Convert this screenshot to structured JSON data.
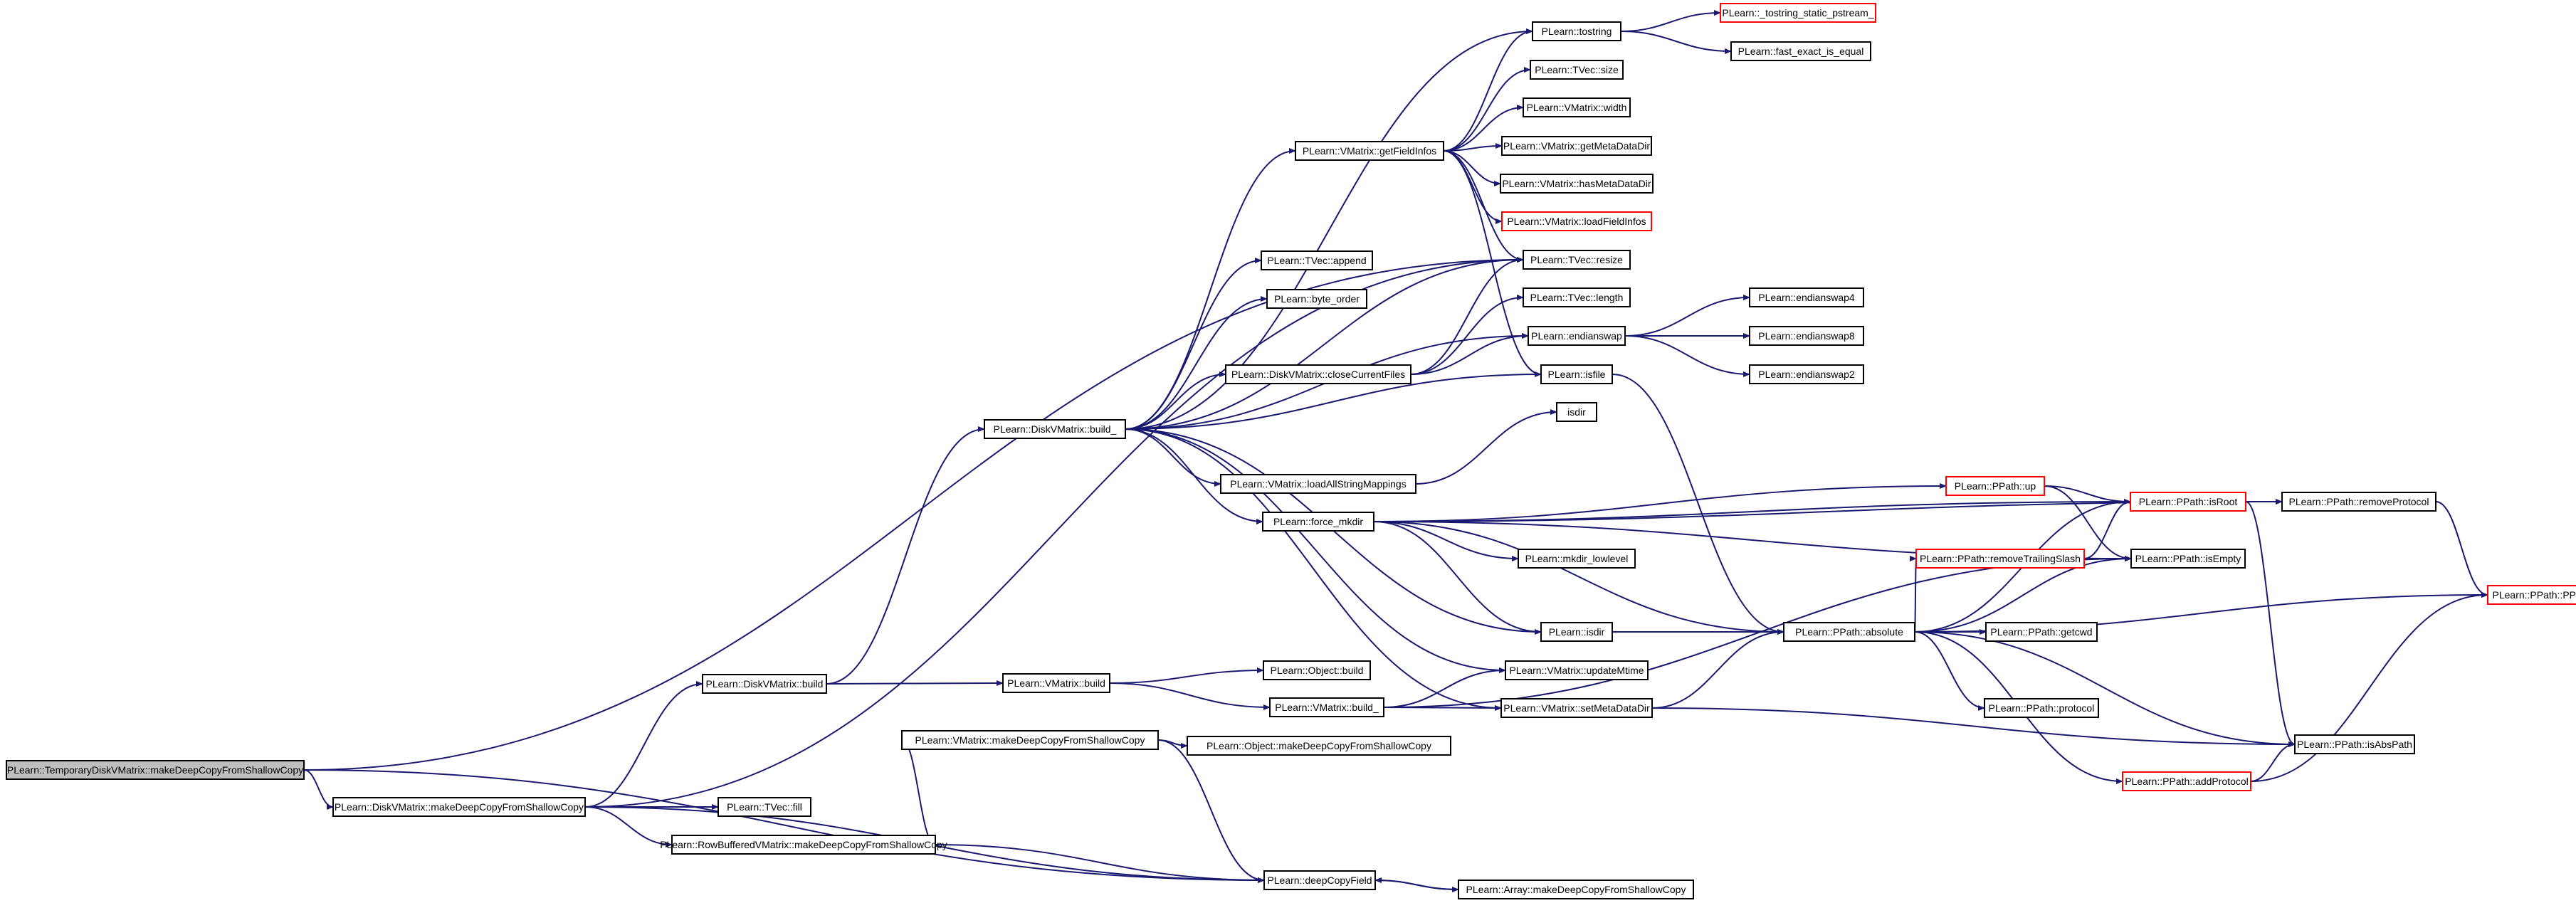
{
  "colors": {
    "edge": "#191970",
    "node_border": "#000000",
    "node_border_truncated": "#ff0000",
    "node_fill": "#ffffff",
    "root_fill": "#bfbfbf",
    "text": "#000000"
  },
  "nodes": [
    {
      "id": "root",
      "label": "PLearn::TemporaryDiskVMatrix::makeDeepCopyFromShallowCopy",
      "style": "root"
    },
    {
      "id": "dvm_mdc",
      "label": "PLearn::DiskVMatrix::makeDeepCopyFromShallowCopy",
      "style": "normal"
    },
    {
      "id": "dvm_build",
      "label": "PLearn::DiskVMatrix::build",
      "style": "normal"
    },
    {
      "id": "dvm_build_",
      "label": "PLearn::DiskVMatrix::build_",
      "style": "normal"
    },
    {
      "id": "tostring",
      "label": "PLearn::tostring",
      "style": "normal"
    },
    {
      "id": "tostring_static",
      "label": "PLearn::_tostring_static_pstream_",
      "style": "truncated"
    },
    {
      "id": "fast_exact",
      "label": "PLearn::fast_exact_is_equal",
      "style": "normal"
    },
    {
      "id": "tvec_size",
      "label": "PLearn::TVec::size",
      "style": "normal"
    },
    {
      "id": "vm_width",
      "label": "PLearn::VMatrix::width",
      "style": "normal"
    },
    {
      "id": "vm_getfieldinfos",
      "label": "PLearn::VMatrix::getFieldInfos",
      "style": "normal"
    },
    {
      "id": "vm_getmetadatadir",
      "label": "PLearn::VMatrix::getMetaDataDir",
      "style": "normal"
    },
    {
      "id": "vm_hasmetadatadir",
      "label": "PLearn::VMatrix::hasMetaDataDir",
      "style": "normal"
    },
    {
      "id": "vm_loadfieldinfos",
      "label": "PLearn::VMatrix::loadFieldInfos",
      "style": "truncated"
    },
    {
      "id": "tvec_resize",
      "label": "PLearn::TVec::resize",
      "style": "normal"
    },
    {
      "id": "tvec_append",
      "label": "PLearn::TVec::append",
      "style": "normal"
    },
    {
      "id": "byte_order",
      "label": "PLearn::byte_order",
      "style": "normal"
    },
    {
      "id": "tvec_length",
      "label": "PLearn::TVec::length",
      "style": "normal"
    },
    {
      "id": "endianswap4",
      "label": "PLearn::endianswap4",
      "style": "normal"
    },
    {
      "id": "endianswap",
      "label": "PLearn::endianswap",
      "style": "normal"
    },
    {
      "id": "endianswap8",
      "label": "PLearn::endianswap8",
      "style": "normal"
    },
    {
      "id": "closecurrentfiles",
      "label": "PLearn::DiskVMatrix::closeCurrentFiles",
      "style": "normal"
    },
    {
      "id": "isfile",
      "label": "PLearn::isfile",
      "style": "normal"
    },
    {
      "id": "endianswap2",
      "label": "PLearn::endianswap2",
      "style": "normal"
    },
    {
      "id": "isdir_plain",
      "label": "isdir",
      "style": "normal"
    },
    {
      "id": "loadallstringmappings",
      "label": "PLearn::VMatrix::loadAllStringMappings",
      "style": "normal"
    },
    {
      "id": "ppath_up",
      "label": "PLearn::PPath::up",
      "style": "truncated"
    },
    {
      "id": "ppath_isroot",
      "label": "PLearn::PPath::isRoot",
      "style": "truncated"
    },
    {
      "id": "ppath_removeprotocol",
      "label": "PLearn::PPath::removeProtocol",
      "style": "normal"
    },
    {
      "id": "force_mkdir",
      "label": "PLearn::force_mkdir",
      "style": "normal"
    },
    {
      "id": "ppath_removetrailingslash",
      "label": "PLearn::PPath::removeTrailingSlash",
      "style": "truncated"
    },
    {
      "id": "ppath_isempty",
      "label": "PLearn::PPath::isEmpty",
      "style": "normal"
    },
    {
      "id": "mkdir_lowlevel",
      "label": "PLearn::mkdir_lowlevel",
      "style": "normal"
    },
    {
      "id": "ppath_ppath",
      "label": "PLearn::PPath::PPath",
      "style": "truncated"
    },
    {
      "id": "isdir",
      "label": "PLearn::isdir",
      "style": "normal"
    },
    {
      "id": "ppath_absolute",
      "label": "PLearn::PPath::absolute",
      "style": "normal"
    },
    {
      "id": "ppath_getcwd",
      "label": "PLearn::PPath::getcwd",
      "style": "normal"
    },
    {
      "id": "object_build",
      "label": "PLearn::Object::build",
      "style": "normal"
    },
    {
      "id": "vm_build",
      "label": "PLearn::VMatrix::build",
      "style": "normal"
    },
    {
      "id": "vm_updatemtime",
      "label": "PLearn::VMatrix::updateMtime",
      "style": "normal"
    },
    {
      "id": "vm_build_",
      "label": "PLearn::VMatrix::build_",
      "style": "normal"
    },
    {
      "id": "vm_setmetadatadir",
      "label": "PLearn::VMatrix::setMetaDataDir",
      "style": "normal"
    },
    {
      "id": "ppath_protocol",
      "label": "PLearn::PPath::protocol",
      "style": "normal"
    },
    {
      "id": "vm_mdc",
      "label": "PLearn::VMatrix::makeDeepCopyFromShallowCopy",
      "style": "normal"
    },
    {
      "id": "object_mdc",
      "label": "PLearn::Object::makeDeepCopyFromShallowCopy",
      "style": "normal"
    },
    {
      "id": "ppath_isabspath",
      "label": "PLearn::PPath::isAbsPath",
      "style": "normal"
    },
    {
      "id": "ppath_addprotocol",
      "label": "PLearn::PPath::addProtocol",
      "style": "truncated"
    },
    {
      "id": "tvec_fill",
      "label": "PLearn::TVec::fill",
      "style": "normal"
    },
    {
      "id": "rowbuffered_mdc",
      "label": "PLearn::RowBufferedVMatrix::makeDeepCopyFromShallowCopy",
      "style": "normal"
    },
    {
      "id": "deepcopyfield",
      "label": "PLearn::deepCopyField",
      "style": "normal"
    },
    {
      "id": "array_mdc",
      "label": "PLearn::Array::makeDeepCopyFromShallowCopy",
      "style": "normal"
    }
  ],
  "edges": [
    [
      "root",
      "dvm_mdc"
    ],
    [
      "root",
      "tvec_resize"
    ],
    [
      "root",
      "deepcopyfield"
    ],
    [
      "dvm_mdc",
      "dvm_build"
    ],
    [
      "dvm_mdc",
      "tvec_resize"
    ],
    [
      "dvm_mdc",
      "tvec_fill"
    ],
    [
      "dvm_mdc",
      "rowbuffered_mdc"
    ],
    [
      "dvm_mdc",
      "deepcopyfield"
    ],
    [
      "dvm_build",
      "dvm_build_"
    ],
    [
      "dvm_build",
      "vm_build"
    ],
    [
      "dvm_build_",
      "tostring"
    ],
    [
      "dvm_build_",
      "vm_getfieldinfos"
    ],
    [
      "dvm_build_",
      "tvec_resize"
    ],
    [
      "dvm_build_",
      "tvec_append"
    ],
    [
      "dvm_build_",
      "byte_order"
    ],
    [
      "dvm_build_",
      "closecurrentfiles"
    ],
    [
      "dvm_build_",
      "endianswap"
    ],
    [
      "dvm_build_",
      "isfile"
    ],
    [
      "dvm_build_",
      "loadallstringmappings"
    ],
    [
      "dvm_build_",
      "force_mkdir"
    ],
    [
      "dvm_build_",
      "isdir"
    ],
    [
      "dvm_build_",
      "vm_updatemtime"
    ],
    [
      "dvm_build_",
      "vm_setmetadatadir"
    ],
    [
      "tostring",
      "tostring_static"
    ],
    [
      "tostring",
      "fast_exact"
    ],
    [
      "vm_getfieldinfos",
      "tostring"
    ],
    [
      "vm_getfieldinfos",
      "tvec_size"
    ],
    [
      "vm_getfieldinfos",
      "vm_width"
    ],
    [
      "vm_getfieldinfos",
      "vm_getmetadatadir"
    ],
    [
      "vm_getfieldinfos",
      "vm_hasmetadatadir"
    ],
    [
      "vm_getfieldinfos",
      "vm_loadfieldinfos"
    ],
    [
      "vm_getfieldinfos",
      "tvec_resize"
    ],
    [
      "vm_getfieldinfos",
      "isfile"
    ],
    [
      "closecurrentfiles",
      "tvec_resize"
    ],
    [
      "closecurrentfiles",
      "tvec_length"
    ],
    [
      "closecurrentfiles",
      "endianswap"
    ],
    [
      "endianswap",
      "endianswap4"
    ],
    [
      "endianswap",
      "endianswap8"
    ],
    [
      "endianswap",
      "endianswap2"
    ],
    [
      "isfile",
      "ppath_absolute"
    ],
    [
      "loadallstringmappings",
      "isdir_plain"
    ],
    [
      "force_mkdir",
      "ppath_up"
    ],
    [
      "force_mkdir",
      "ppath_isroot"
    ],
    [
      "force_mkdir",
      "ppath_isempty"
    ],
    [
      "force_mkdir",
      "mkdir_lowlevel"
    ],
    [
      "force_mkdir",
      "isdir"
    ],
    [
      "force_mkdir",
      "ppath_absolute"
    ],
    [
      "force_mkdir",
      "ppath_removeprotocol"
    ],
    [
      "ppath_up",
      "ppath_isroot"
    ],
    [
      "ppath_up",
      "ppath_isempty"
    ],
    [
      "ppath_isroot",
      "ppath_removeprotocol"
    ],
    [
      "ppath_isroot",
      "ppath_isabspath"
    ],
    [
      "ppath_removeprotocol",
      "ppath_ppath"
    ],
    [
      "ppath_removetrailingslash",
      "ppath_isroot"
    ],
    [
      "ppath_removetrailingslash",
      "ppath_isempty"
    ],
    [
      "isdir",
      "ppath_absolute"
    ],
    [
      "ppath_absolute",
      "ppath_ppath"
    ],
    [
      "ppath_absolute",
      "ppath_removetrailingslash"
    ],
    [
      "ppath_absolute",
      "ppath_isempty"
    ],
    [
      "ppath_absolute",
      "ppath_getcwd"
    ],
    [
      "ppath_absolute",
      "ppath_protocol"
    ],
    [
      "ppath_absolute",
      "ppath_isabspath"
    ],
    [
      "ppath_absolute",
      "ppath_addprotocol"
    ],
    [
      "ppath_absolute",
      "ppath_isroot"
    ],
    [
      "vm_build",
      "object_build"
    ],
    [
      "vm_build",
      "vm_build_"
    ],
    [
      "vm_build_",
      "vm_updatemtime"
    ],
    [
      "vm_build_",
      "vm_setmetadatadir"
    ],
    [
      "vm_build_",
      "ppath_isempty"
    ],
    [
      "vm_setmetadatadir",
      "ppath_absolute"
    ],
    [
      "vm_setmetadatadir",
      "ppath_isabspath"
    ],
    [
      "vm_mdc",
      "object_mdc"
    ],
    [
      "vm_mdc",
      "deepcopyfield"
    ],
    [
      "rowbuffered_mdc",
      "vm_mdc"
    ],
    [
      "rowbuffered_mdc",
      "deepcopyfield"
    ],
    [
      "ppath_addprotocol",
      "ppath_isabspath"
    ],
    [
      "ppath_addprotocol",
      "ppath_ppath"
    ],
    [
      "deepcopyfield",
      "array_mdc"
    ],
    [
      "array_mdc",
      "deepcopyfield"
    ]
  ]
}
